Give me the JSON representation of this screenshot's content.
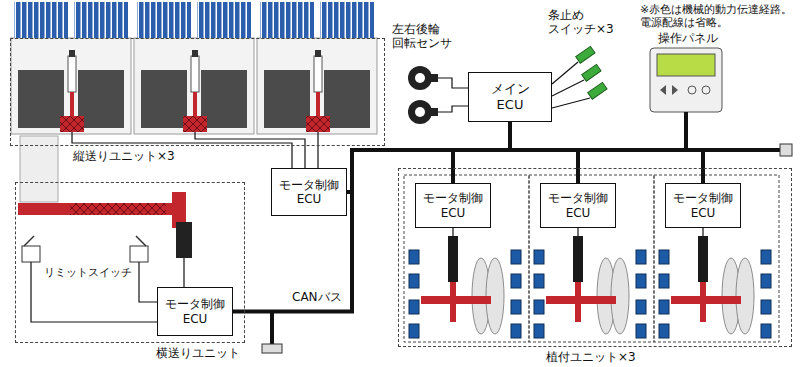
{
  "diagram": {
    "nodes": [
      {
        "text": [
          "縦送りユニット×3"
        ]
      },
      {
        "text": [
          "メイン ECU"
        ]
      },
      {
        "text": [
          "モータ制御 ECU"
        ]
      },
      {
        "text": [
          "横送りユニット"
        ]
      },
      {
        "text": [
          "モータ制御 ECU"
        ],
        "in": 3
      },
      {
        "text": [
          "植付ユニット×3"
        ]
      },
      {
        "text": [
          "モータ制御 ECU"
        ],
        "in": 5
      },
      {
        "text": [
          "モータ制御 ECU"
        ],
        "in": 5
      },
      {
        "text": [
          "モータ制御 ECU"
        ],
        "in": 5
      }
    ],
    "edges": [
      {
        "from": 1,
        "to": 2,
        "arrow": "none"
      },
      {
        "from": 1,
        "to": 4,
        "arrow": "none"
      },
      {
        "from": 1,
        "to": 6,
        "arrow": "none"
      },
      {
        "from": 1,
        "to": 7,
        "arrow": "none"
      },
      {
        "from": 1,
        "to": 8,
        "arrow": "none"
      }
    ],
    "labels": [
      "※赤色は機械的動力伝達経路。 電源配線は省略。",
      "左右後輪 回転センサ",
      "条止め スイッチ×3",
      "操作パネル",
      "リミットスイッチ",
      "CANバス"
    ]
  }
}
